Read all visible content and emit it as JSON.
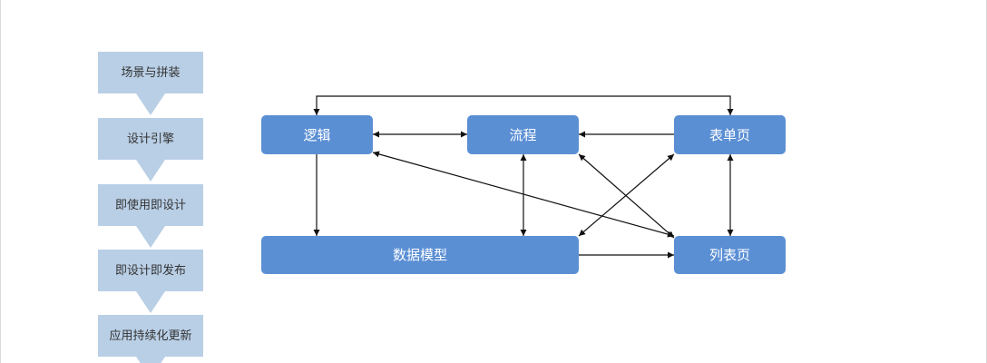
{
  "colors": {
    "step_fill": "#b9cfe6",
    "node_fill": "#5b8fd4",
    "edge": "#111111"
  },
  "steps": [
    {
      "label": "场景与拼装"
    },
    {
      "label": "设计引擎"
    },
    {
      "label": "即使用即设计"
    },
    {
      "label": "即设计即发布"
    },
    {
      "label": "应用持续化更新"
    }
  ],
  "nodes": {
    "logic": {
      "label": "逻辑"
    },
    "process": {
      "label": "流程"
    },
    "form": {
      "label": "表单页"
    },
    "model": {
      "label": "数据模型"
    },
    "list": {
      "label": "列表页"
    }
  },
  "edges": [
    {
      "from": "logic",
      "to": "form",
      "direction": "both",
      "route": "over-top"
    },
    {
      "from": "logic",
      "to": "process",
      "direction": "both"
    },
    {
      "from": "form",
      "to": "process",
      "direction": "forward"
    },
    {
      "from": "logic",
      "to": "model",
      "direction": "forward"
    },
    {
      "from": "process",
      "to": "model",
      "direction": "both"
    },
    {
      "from": "form",
      "to": "list",
      "direction": "both"
    },
    {
      "from": "model",
      "to": "list",
      "direction": "forward"
    },
    {
      "from": "logic",
      "to": "list",
      "direction": "both"
    },
    {
      "from": "process",
      "to": "list",
      "direction": "both"
    },
    {
      "from": "form",
      "to": "model",
      "direction": "both"
    }
  ]
}
